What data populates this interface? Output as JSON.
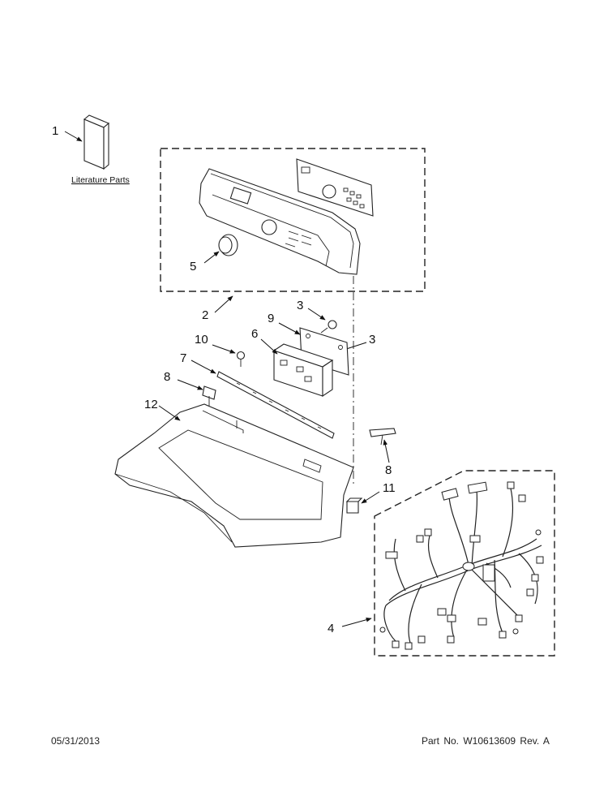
{
  "callouts": {
    "c1": "1",
    "c2": "2",
    "c3a": "3",
    "c3b": "3",
    "c4": "4",
    "c5": "5",
    "c6": "6",
    "c7": "7",
    "c8a": "8",
    "c8b": "8",
    "c9": "9",
    "c10": "10",
    "c11": "11",
    "c12": "12"
  },
  "literature_label": "Literature Parts",
  "footer": {
    "date": "05/31/2013",
    "part_number": "Part No. W10613609  Rev. A"
  }
}
